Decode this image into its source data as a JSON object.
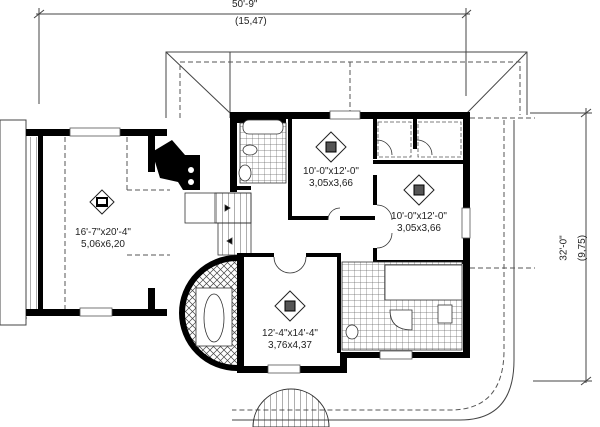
{
  "drawing": {
    "type": "floor-plan",
    "colors": {
      "wall": "#000000",
      "line": "#333333",
      "background": "#ffffff",
      "tile": "#555555"
    }
  },
  "dimensions": {
    "width_imperial": "50'-9\"",
    "width_metric": "(15,47)",
    "depth_imperial": "32'-0\"",
    "depth_metric": "(9,75)"
  },
  "rooms": [
    {
      "id": "family-room",
      "icon": "tv-icon",
      "size_imperial": "16'-7\"x20'-4\"",
      "size_metric": "5,06x6,20"
    },
    {
      "id": "bedroom-2",
      "icon": "bed-2-icon",
      "tag": "2",
      "size_imperial": "10'-0\"x12'-0\"",
      "size_metric": "3,05x3,66"
    },
    {
      "id": "bedroom-3",
      "icon": "bed-3-icon",
      "tag": "3",
      "size_imperial": "10'-0\"x12'-0\"",
      "size_metric": "3,05x3,66"
    },
    {
      "id": "master-bedroom",
      "icon": "bed-1-icon",
      "tag": "1",
      "size_imperial": "12'-4\"x14'-4\"",
      "size_metric": "3,76x4,37"
    }
  ]
}
